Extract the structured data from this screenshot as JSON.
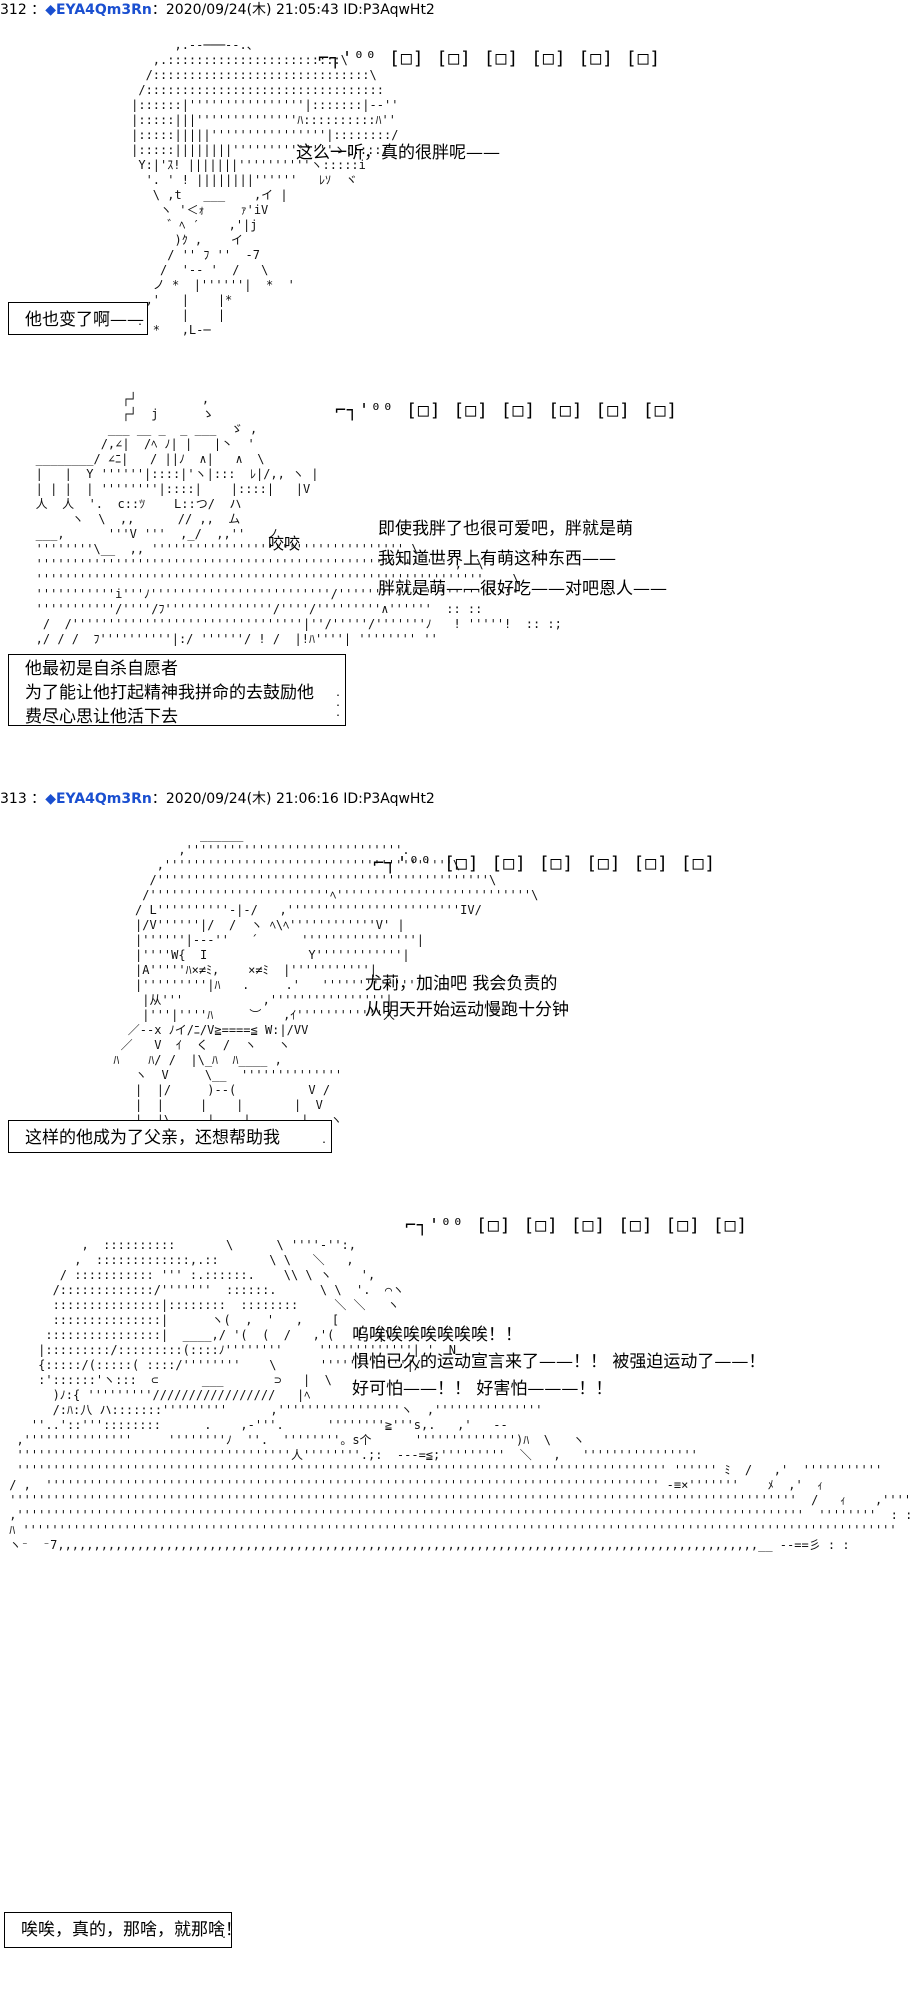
{
  "posts": [
    {
      "number": "312",
      "author": "◆EYA4Qm3Rn",
      "meta": "2020/09/24(木) 21:05:43 ID:P3AqwHt2"
    },
    {
      "number": "313",
      "author": "◆EYA4Qm3Rn",
      "meta": "2020/09/24(木) 21:06:16 ID:P3AqwHt2"
    }
  ],
  "rattle": "⌐┐'⁰⁰ [□] [□] [□] [□] [□] [□]",
  "panels": [
    {
      "speech": [
        "这么一听，真的很胖呢——"
      ],
      "box": [
        "他也变了啊——"
      ]
    },
    {
      "sfx": "咬咬",
      "speech": [
        "即使我胖了也很可爱吧，胖就是萌",
        "我知道世界上有萌这种东西——",
        "胖就是萌——很好吃——对吧恩人——"
      ],
      "box": [
        "他最初是自杀自愿者",
        "为了能让他打起精神我拼命的去鼓励他",
        "费尽心思让他活下去"
      ]
    },
    {
      "speech": [
        "尤莉，加油吧 我会负责的",
        "从明天开始运动慢跑十分钟"
      ],
      "box": [
        "这样的他成为了父亲，还想帮助我"
      ]
    },
    {
      "speech": [
        "呜唉唉唉唉唉唉唉！！",
        "惧怕已久的运动宣言来了——！！ 被强迫运动了——！",
        "好可怕——！！ 好害怕———！！"
      ],
      "box": [
        "唉唉，真的，那啥，就那啥！"
      ]
    }
  ]
}
